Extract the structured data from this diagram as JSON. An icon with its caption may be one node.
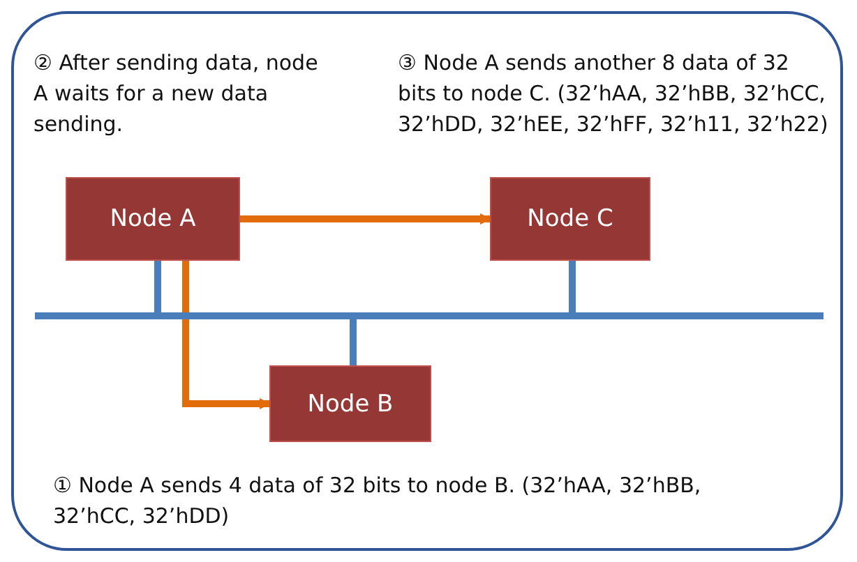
{
  "diagram": {
    "nodes": [
      {
        "text": [
          "Node A"
        ]
      },
      {
        "text": [
          "Node C"
        ]
      },
      {
        "text": [
          "Node B"
        ]
      },
      {
        "text": [],
        "shape": "bar"
      }
    ],
    "edges": [
      {
        "from": 0,
        "to": 1,
        "arrow": "to",
        "color": "#e36c0a"
      },
      {
        "from": 0,
        "to": 2,
        "arrow": "to",
        "color": "#e36c0a"
      },
      {
        "from": 0,
        "to": 3,
        "arrow": "none"
      },
      {
        "from": 1,
        "to": 3,
        "arrow": "none"
      },
      {
        "from": 2,
        "to": 3,
        "arrow": "none"
      }
    ],
    "labels": [
      "② After sending data, node A waits for a new data sending.",
      "③ Node A sends another 8 data of 32 bits to node C. (32’hAA, 32’hBB, 32’hCC, 32’hDD, 32’hEE, 32’hFF, 32’h11, 32’h22)",
      "① Node A sends 4 data of 32 bits to node B. (32’hAA, 32’hBB, 32’hCC, 32’hDD)"
    ]
  }
}
